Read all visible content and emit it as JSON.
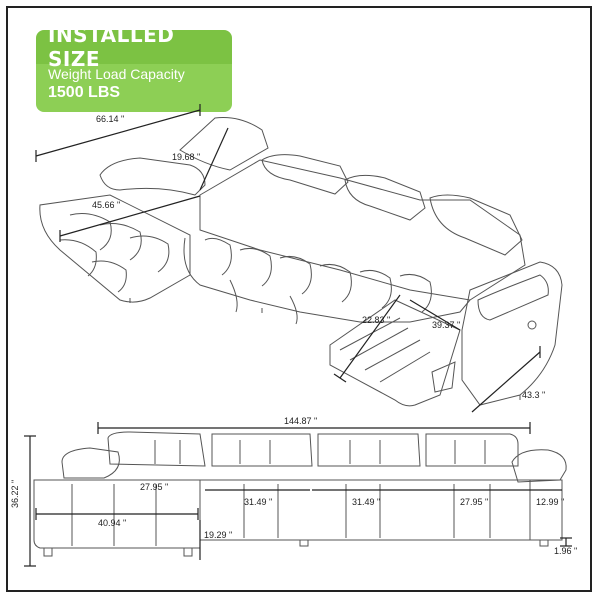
{
  "badge": {
    "title": "INSTALLED SIZE",
    "subtitle": "Weight Load Capacity",
    "capacity": "1500 LBS",
    "colors": {
      "title_bg": "#7cc243",
      "body_bg": "#8dcf55"
    }
  },
  "dimensions": {
    "top_view": {
      "chaise_length": "66.14 \"",
      "headrest_depth": "19.68 \"",
      "chaise_width": "45.66 \"",
      "footrest_extension": "22.83 \"",
      "reclined_depth": "39.37 \"",
      "arm_depth": "43.3 \""
    },
    "front_view": {
      "total_width": "144.87 \"",
      "total_height": "36.22 \"",
      "chaise_seat": "27.95 \"",
      "seat_1": "31.49 \"",
      "seat_2": "31.49 \"",
      "seat_3": "27.95 \"",
      "arm_width": "12.99 \"",
      "chaise_front_width": "40.94 \"",
      "seat_height": "19.29 \"",
      "leg_height": "1.96 \""
    }
  }
}
